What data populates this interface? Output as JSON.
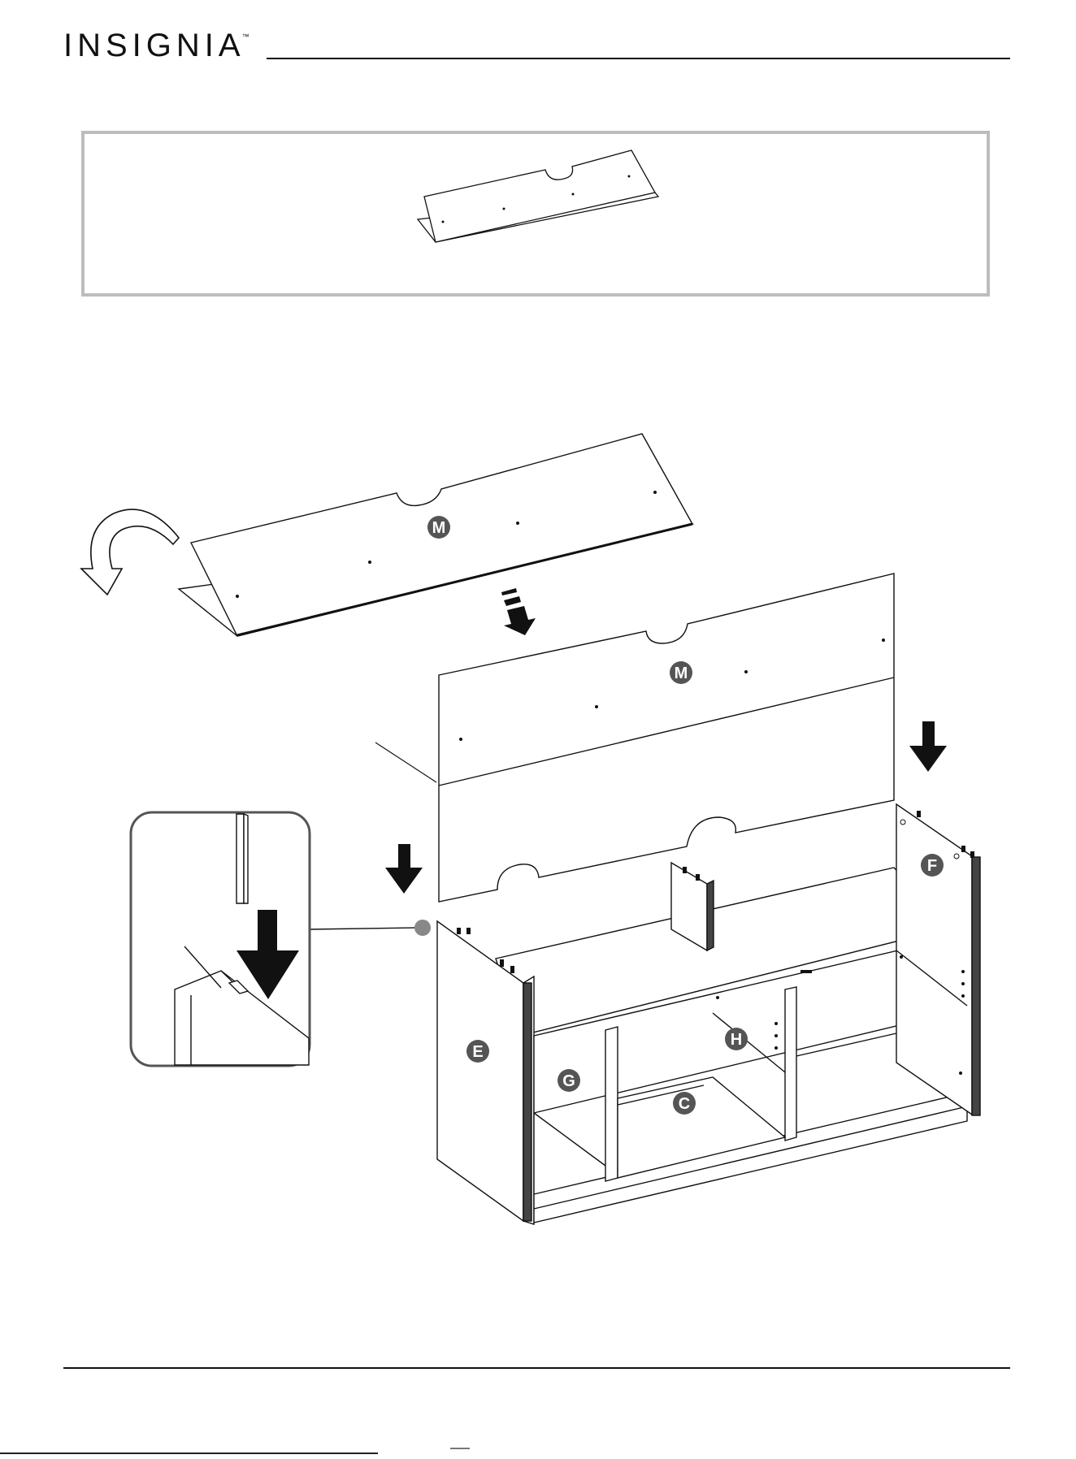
{
  "header": {
    "brand": "INSIGNIA",
    "trademark": "™"
  },
  "diagram": {
    "labels": {
      "back_panel_folded": "M",
      "back_panel_installed": "M",
      "left_side_panel": "E",
      "right_side_panel": "F",
      "left_divider": "G",
      "right_divider": "H",
      "bottom_shelf": "C"
    }
  }
}
